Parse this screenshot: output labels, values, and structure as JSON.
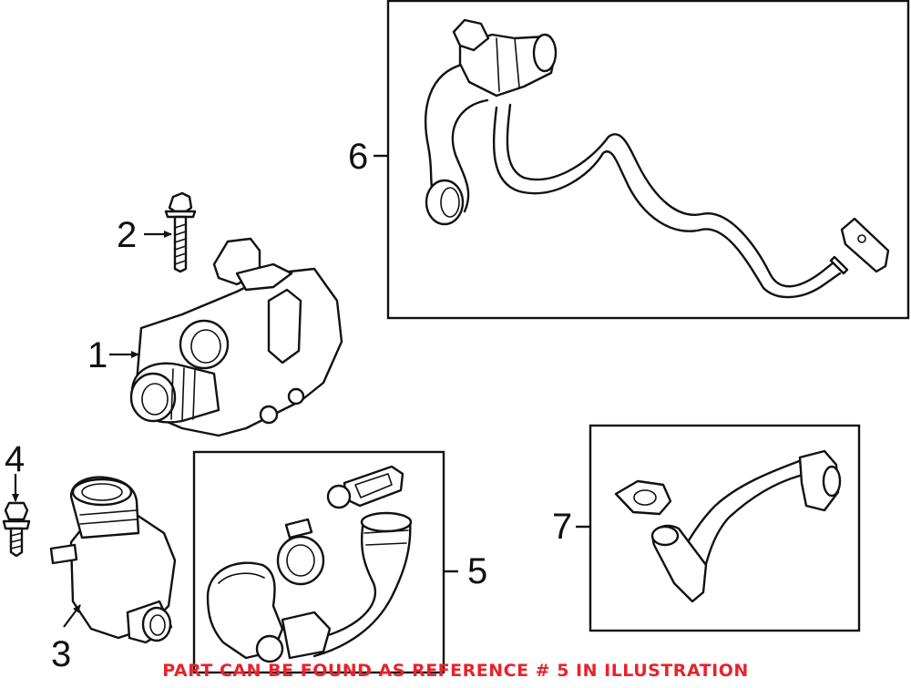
{
  "callouts": {
    "c1": "1",
    "c2": "2",
    "c3": "3",
    "c4": "4",
    "c5": "5",
    "c6": "6",
    "c7": "7"
  },
  "footer_note": "PART CAN BE FOUND AS REFERENCE # 5 IN ILLUSTRATION",
  "colors": {
    "note": "#e8232b",
    "line": "#111111"
  }
}
